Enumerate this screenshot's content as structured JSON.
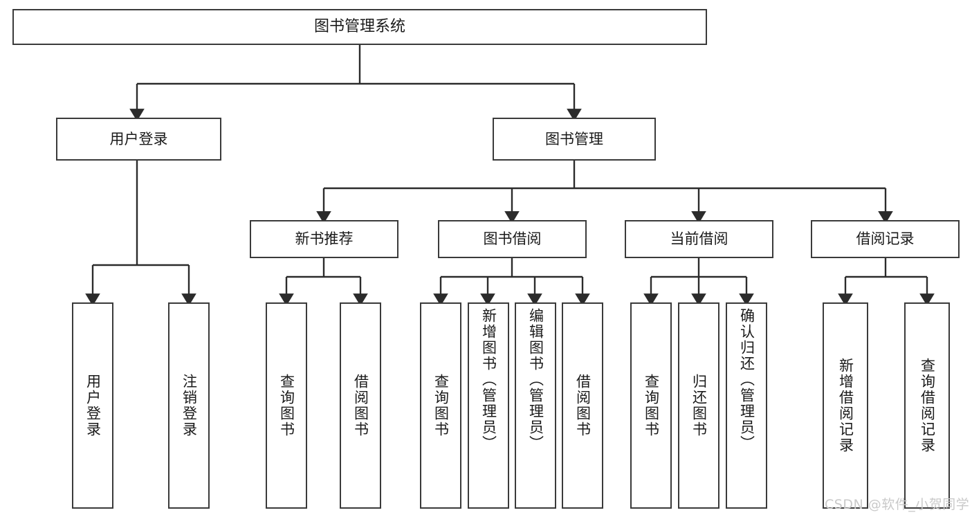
{
  "diagram": {
    "type": "tree",
    "title": "图书管理系统",
    "watermark": "CSDN @软件_小贺同学",
    "colors": {
      "box_border": "#3a3a3a",
      "box_fill": "#ffffff",
      "connector": "#2b2b2b",
      "text": "#1a1a1a",
      "watermark": "#c9c9c9",
      "background": "#ffffff"
    },
    "nodes": {
      "root": {
        "label": "图书管理系统"
      },
      "level2": [
        {
          "id": "user-login",
          "label": "用户登录"
        },
        {
          "id": "book-manage",
          "label": "图书管理"
        }
      ],
      "level3": [
        {
          "id": "new-book-recommend",
          "label": "新书推荐"
        },
        {
          "id": "book-borrow",
          "label": "图书借阅"
        },
        {
          "id": "current-borrow",
          "label": "当前借阅"
        },
        {
          "id": "borrow-record",
          "label": "借阅记录"
        }
      ],
      "leaves": {
        "user-login": [
          {
            "id": "leaf-user-login",
            "label": "用户登录"
          },
          {
            "id": "leaf-user-logout",
            "label": "注销登录"
          }
        ],
        "new-book-recommend": [
          {
            "id": "leaf-query-book-1",
            "label": "查询图书"
          },
          {
            "id": "leaf-borrow-book-1",
            "label": "借阅图书"
          }
        ],
        "book-borrow": [
          {
            "id": "leaf-query-book-2",
            "label": "查询图书"
          },
          {
            "id": "leaf-add-book-admin",
            "label": "新增图书（管理员）"
          },
          {
            "id": "leaf-edit-book-admin",
            "label": "编辑图书（管理员）"
          },
          {
            "id": "leaf-borrow-book-2",
            "label": "借阅图书"
          }
        ],
        "current-borrow": [
          {
            "id": "leaf-query-book-3",
            "label": "查询图书"
          },
          {
            "id": "leaf-return-book",
            "label": "归还图书"
          },
          {
            "id": "leaf-confirm-return-admin",
            "label": "确认归还（管理员）"
          }
        ],
        "borrow-record": [
          {
            "id": "leaf-add-borrow-record",
            "label": "新增借阅记录"
          },
          {
            "id": "leaf-query-borrow-record",
            "label": "查询借阅记录"
          }
        ]
      }
    }
  }
}
